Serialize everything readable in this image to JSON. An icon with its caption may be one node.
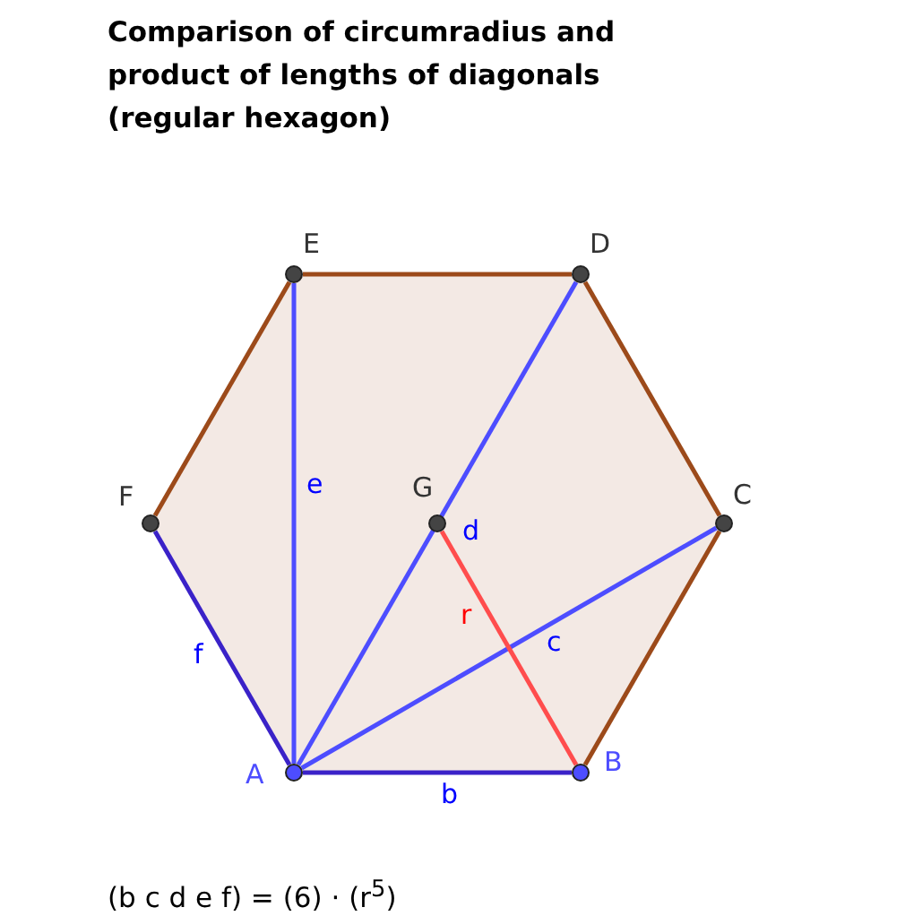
{
  "diagram": {
    "title": "Comparison of circumradius and product of lengths of diagonals (regular hexagon)",
    "nodes": [
      {
        "text": [
          "A"
        ]
      },
      {
        "text": [
          "B"
        ]
      },
      {
        "text": [
          "C"
        ]
      },
      {
        "text": [
          "D"
        ]
      },
      {
        "text": [
          "E"
        ]
      },
      {
        "text": [
          "F"
        ]
      },
      {
        "text": [
          "G"
        ]
      }
    ],
    "edges": [
      {
        "from": 0,
        "to": 1,
        "arrow": "none",
        "label": "b",
        "color": "#3a22c8"
      },
      {
        "from": 1,
        "to": 2,
        "arrow": "none",
        "color": "#9c4a1a"
      },
      {
        "from": 2,
        "to": 3,
        "arrow": "none",
        "color": "#9c4a1a"
      },
      {
        "from": 3,
        "to": 4,
        "arrow": "none",
        "color": "#9c4a1a"
      },
      {
        "from": 4,
        "to": 5,
        "arrow": "none",
        "color": "#9c4a1a"
      },
      {
        "from": 5,
        "to": 0,
        "arrow": "none",
        "label": "f",
        "color": "#3a22c8"
      },
      {
        "from": 0,
        "to": 2,
        "arrow": "none",
        "label": "c",
        "color": "#4d4dff"
      },
      {
        "from": 0,
        "to": 3,
        "arrow": "none",
        "label": "d",
        "color": "#4d4dff"
      },
      {
        "from": 0,
        "to": 4,
        "arrow": "none",
        "label": "e",
        "color": "#4d4dff"
      },
      {
        "from": 6,
        "to": 1,
        "arrow": "none",
        "label": "r",
        "color": "#ff4d4d"
      }
    ],
    "labels": [
      "(b c d e f) = (6) · (r$^{5}$)"
    ]
  }
}
